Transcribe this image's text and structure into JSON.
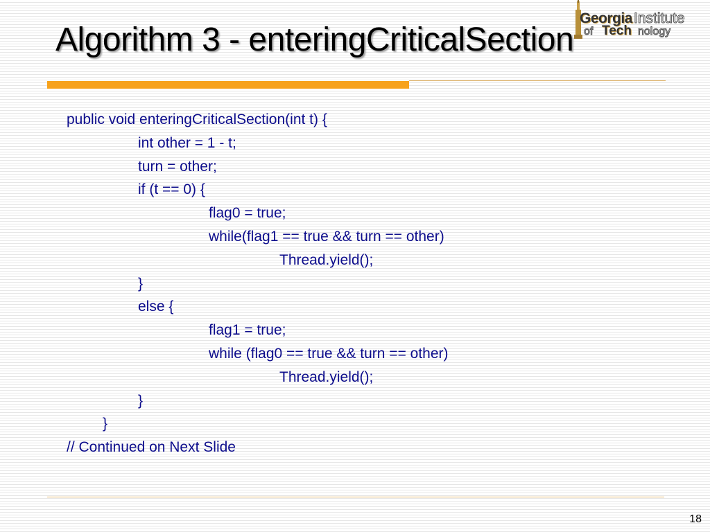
{
  "slide": {
    "title": "Algorithm 3 - enteringCriticalSection",
    "page_number": "18"
  },
  "logo": {
    "line1_bold": "Georgia",
    "line1_outline": "Institute",
    "line2_outline_a": "of",
    "line2_bold": "Tech",
    "line2_outline_b": "nology"
  },
  "code": [
    "public void enteringCriticalSection(int t) {",
    "int other = 1 - t;",
    "turn = other;",
    "if (t == 0) {",
    "flag0 = true;",
    "while(flag1 == true && turn == other)",
    "Thread.yield();",
    "}",
    "else {",
    "flag1 = true;",
    "while (flag0 == true && turn == other)",
    "Thread.yield();",
    "}",
    "}",
    "// Continued on Next Slide"
  ],
  "colors": {
    "code_text": "#0d0d8c",
    "accent_bar": "#f7a21b",
    "logo_gold": "#c8a04a"
  }
}
